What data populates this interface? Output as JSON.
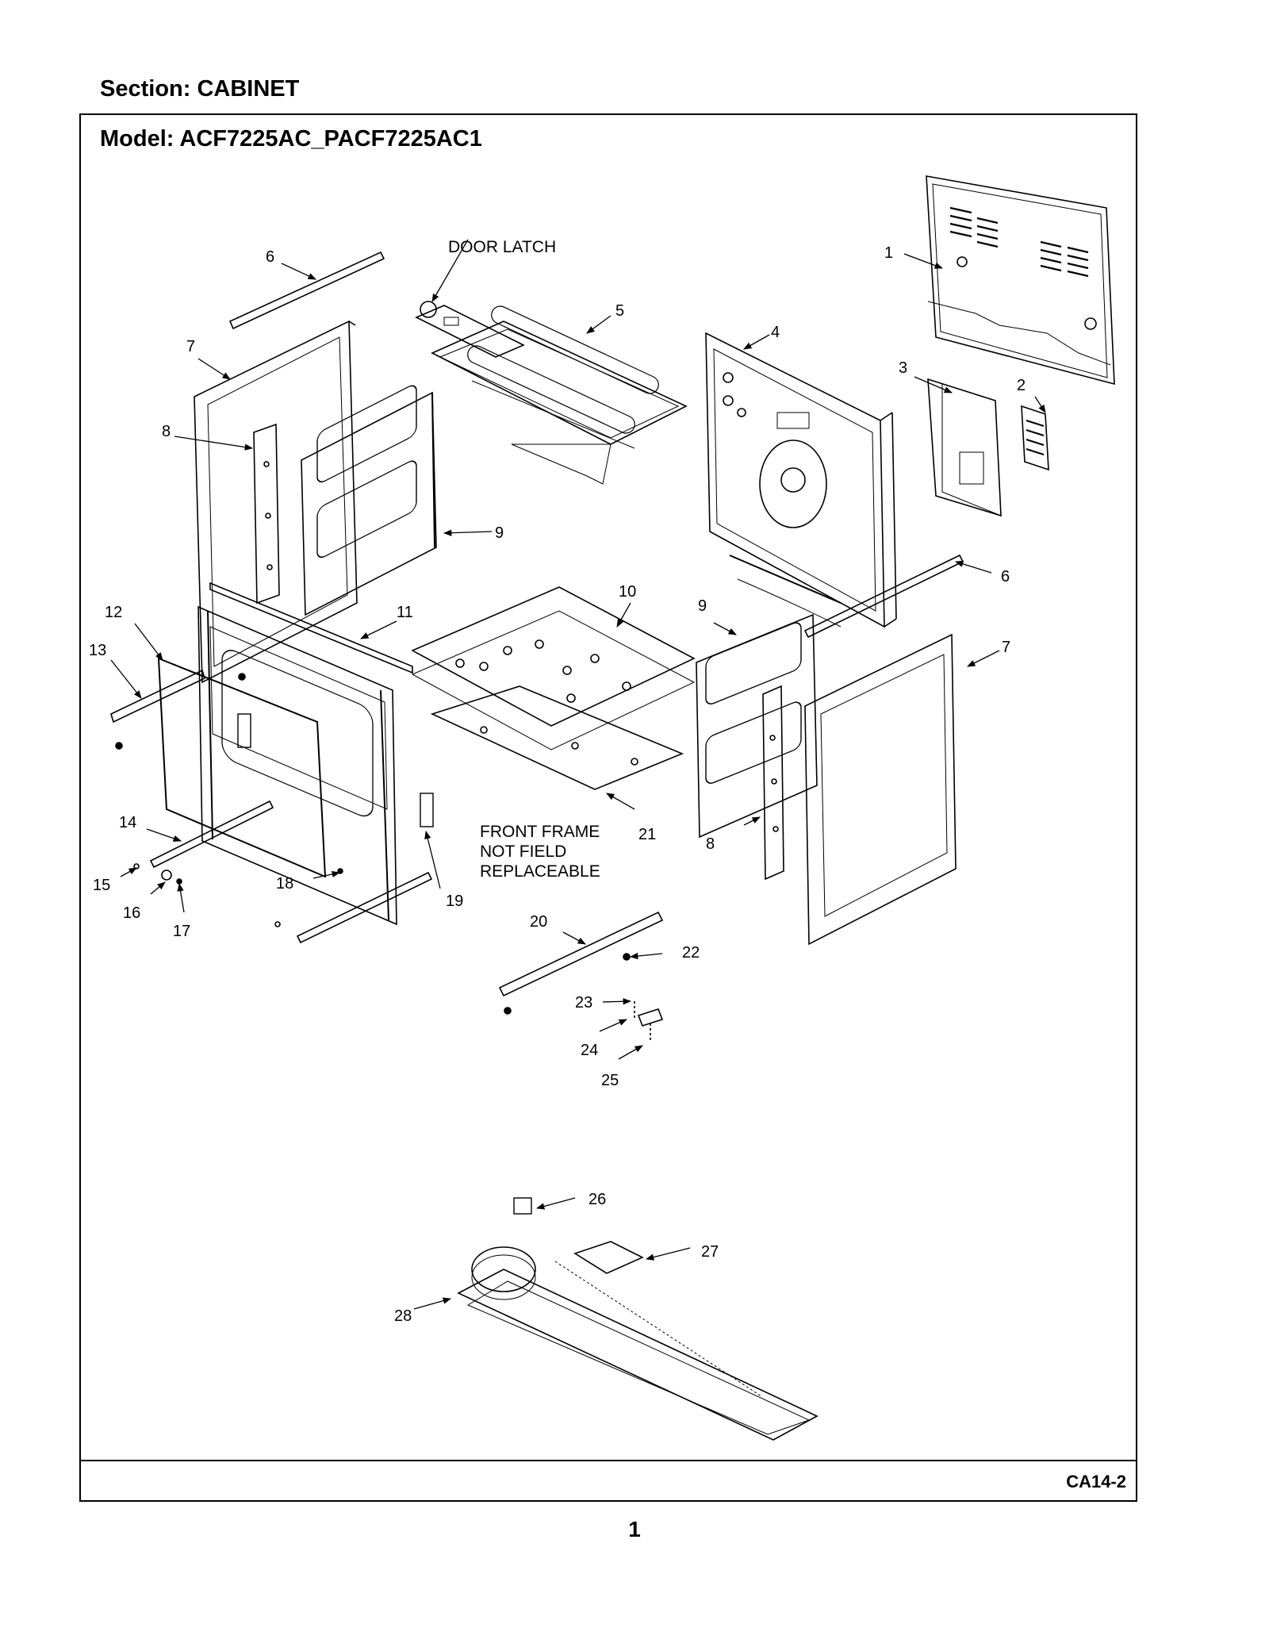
{
  "header": {
    "section": "Section:  CABINET",
    "model": "Model:  ACF7225AC_PACF7225AC1"
  },
  "footer": {
    "ref_code": "CA14-2",
    "page_number": "1"
  },
  "labels": {
    "door_latch": "DOOR LATCH",
    "front_frame_1": "FRONT FRAME",
    "front_frame_2": "NOT FIELD",
    "front_frame_3": "REPLACEABLE"
  },
  "callouts": [
    "1",
    "2",
    "3",
    "4",
    "5",
    "6",
    "6",
    "7",
    "7",
    "8",
    "8",
    "9",
    "9",
    "10",
    "11",
    "12",
    "13",
    "14",
    "15",
    "16",
    "17",
    "18",
    "19",
    "20",
    "21",
    "22",
    "23",
    "24",
    "25",
    "26",
    "27",
    "28"
  ]
}
